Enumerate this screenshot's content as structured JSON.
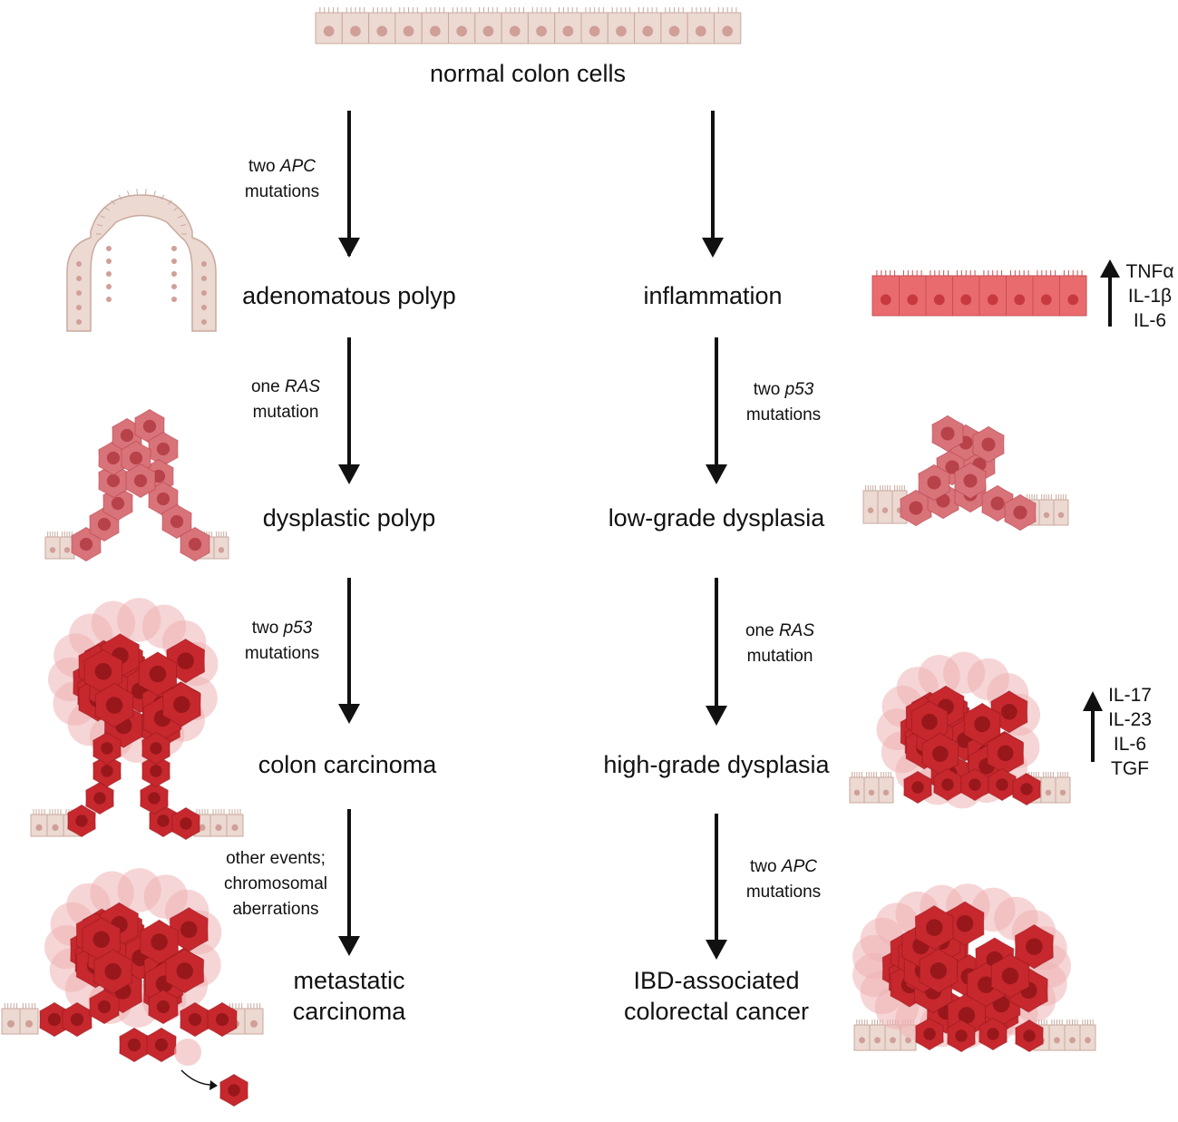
{
  "top": {
    "label": "normal colon cells"
  },
  "left_path": {
    "stages": [
      {
        "label_lines": [
          "adenomatous polyp"
        ],
        "illustration": "normal-crypt-fold"
      },
      {
        "label_lines": [
          "dysplastic polyp"
        ],
        "illustration": "dysplastic-polyp"
      },
      {
        "label_lines": [
          "colon carcinoma"
        ],
        "illustration": "colon-carcinoma"
      },
      {
        "label_lines": [
          "metastatic",
          "carcinoma"
        ],
        "illustration": "metastatic-carcinoma"
      }
    ],
    "steps": [
      {
        "lines": [
          [
            {
              "t": "two "
            },
            {
              "t": "APC",
              "i": true
            }
          ],
          [
            {
              "t": "mutations"
            }
          ]
        ]
      },
      {
        "lines": [
          [
            {
              "t": "one "
            },
            {
              "t": "RAS",
              "i": true
            }
          ],
          [
            {
              "t": "mutation"
            }
          ]
        ]
      },
      {
        "lines": [
          [
            {
              "t": "two "
            },
            {
              "t": "p53",
              "i": true
            }
          ],
          [
            {
              "t": "mutations"
            }
          ]
        ]
      },
      {
        "lines": [
          [
            {
              "t": "other events;"
            }
          ],
          [
            {
              "t": "chromosomal"
            }
          ],
          [
            {
              "t": "aberrations"
            }
          ]
        ]
      }
    ]
  },
  "right_path": {
    "stages": [
      {
        "label_lines": [
          "inflammation"
        ],
        "illustration": "inflamed-epithelium"
      },
      {
        "label_lines": [
          "low-grade dysplasia"
        ],
        "illustration": "low-grade-dysplasia"
      },
      {
        "label_lines": [
          "high-grade dysplasia"
        ],
        "illustration": "high-grade-dysplasia"
      },
      {
        "label_lines": [
          "IBD-associated",
          "colorectal cancer"
        ],
        "illustration": "ibd-colorectal-cancer"
      }
    ],
    "steps": [
      {
        "lines": []
      },
      {
        "lines": [
          [
            {
              "t": "two "
            },
            {
              "t": "p53",
              "i": true
            }
          ],
          [
            {
              "t": "mutations"
            }
          ]
        ]
      },
      {
        "lines": [
          [
            {
              "t": "one "
            },
            {
              "t": "RAS",
              "i": true
            }
          ],
          [
            {
              "t": "mutation"
            }
          ]
        ]
      },
      {
        "lines": [
          [
            {
              "t": "two "
            },
            {
              "t": "APC",
              "i": true
            }
          ],
          [
            {
              "t": "mutations"
            }
          ]
        ]
      }
    ]
  },
  "cytokines_inflammation": [
    "TNFα",
    "IL-1β",
    "IL-6"
  ],
  "cytokines_high_grade": [
    "IL-17",
    "IL-23",
    "IL-6",
    "TGF"
  ],
  "colors": {
    "normal_cell_fill": "#ecd9d1",
    "normal_cell_stroke": "#c9a99e",
    "normal_nucleus": "#cf9f98",
    "inflamed_fill": "#e96b6e",
    "inflamed_nucleus": "#c8393f",
    "dysplastic_fill": "#d9737a",
    "dysplastic_nucleus": "#b23a42",
    "tumor_fill": "#c6282e",
    "tumor_nucleus": "#8f1418",
    "tumor_halo": "#efb3b5",
    "arrow": "#111111"
  }
}
